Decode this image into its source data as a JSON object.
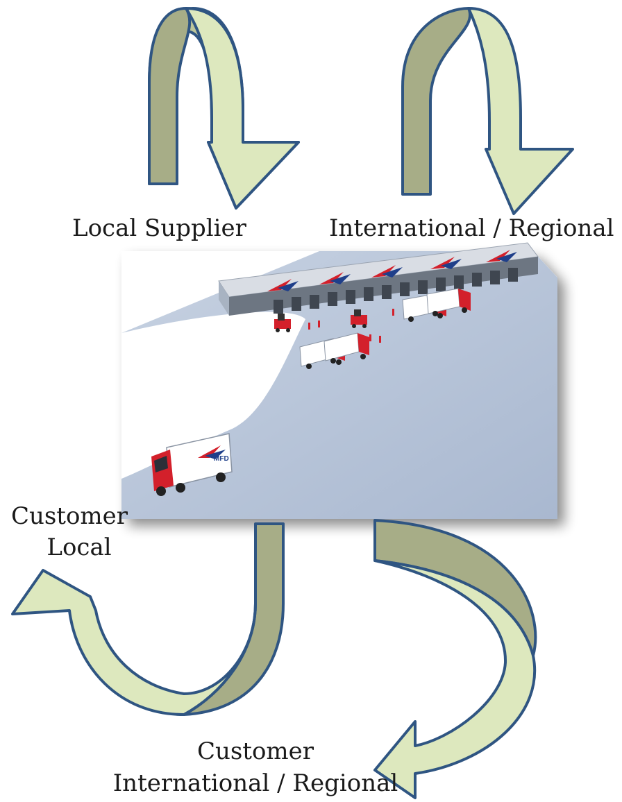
{
  "labels": {
    "local_supplier": "Local Supplier",
    "international_supplier": "International / Regional",
    "customer_local_line1": "Customer",
    "customer_local_line2": "Local",
    "customer_intl_line1": "Customer",
    "customer_intl_line2": "International / Regional"
  },
  "warehouse": {
    "brand": "MFD"
  },
  "colors": {
    "arrow_fill": "#d6e3b4",
    "arrow_shadow": "#a9b08b",
    "arrow_outline": "#2f5582",
    "ground": "#b4c2d8",
    "truck_red": "#d3202b"
  }
}
